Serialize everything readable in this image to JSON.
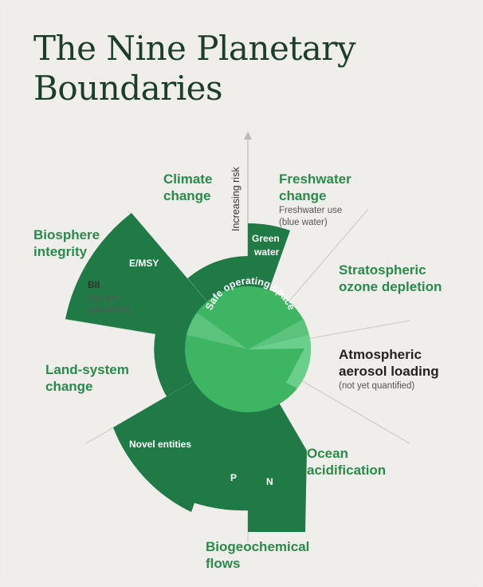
{
  "title": {
    "line1": "The Nine Planetary",
    "line2": "Boundaries"
  },
  "axis": {
    "label": "Increasing risk"
  },
  "center": {
    "label": "Safe operating space"
  },
  "boundaries": {
    "climate": {
      "line1": "Climate",
      "line2": "change"
    },
    "freshwater": {
      "line1": "Freshwater",
      "line2": "change",
      "sub1": "Freshwater use",
      "sub2": "(blue water)",
      "segment_line1": "Green",
      "segment_line2": "water"
    },
    "ozone": {
      "line1": "Stratospheric",
      "line2": "ozone depletion"
    },
    "aerosol": {
      "line1": "Atmospheric",
      "line2": "aerosol loading",
      "sub": "(not yet quantified)"
    },
    "ocean": {
      "line1": "Ocean",
      "line2": "acidification"
    },
    "biogeochemical": {
      "line1": "Biogeochemical",
      "line2": "flows",
      "segment_p": "P",
      "segment_n": "N"
    },
    "novel": {
      "segment": "Novel entities"
    },
    "land": {
      "line1": "Land-system",
      "line2": "change"
    },
    "biosphere": {
      "line1": "Biosphere",
      "line2": "integrity",
      "segment": "E/MSY",
      "bii_title": "BII",
      "bii_sub1": "(not yet",
      "bii_sub2": "quantified)"
    }
  },
  "colors": {
    "background": "#f0eeeb",
    "title": "#1c3d2b",
    "transgressed": "#1f7a46",
    "safe_zone": "#3db563",
    "safe_zone_light": "#62cc84",
    "label_green": "#2a8a4c",
    "guide_lines": "#c9c7c3"
  }
}
